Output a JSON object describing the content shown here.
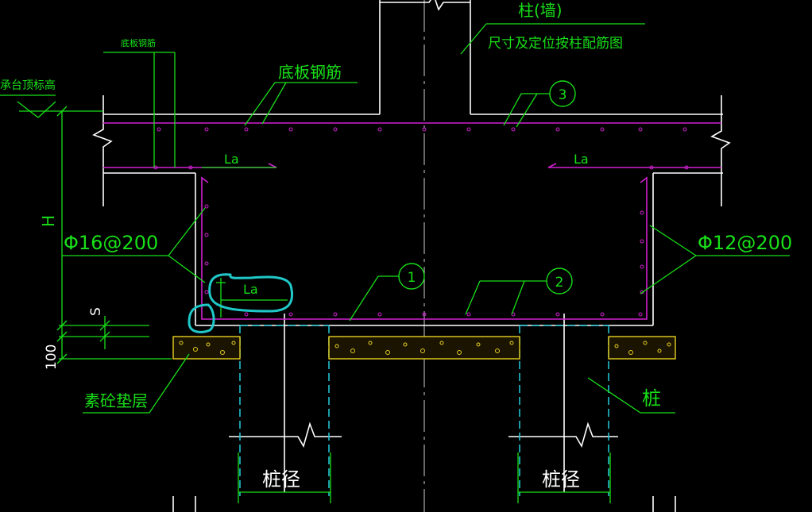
{
  "labels": {
    "column_wall": "柱(墙)",
    "column_note": "尺寸及定位按柱配筋图",
    "slab_rebar_small": "底板钢筋",
    "slab_rebar": "底板钢筋",
    "cap_top_elev": "承台顶标高",
    "la_top_left": "La",
    "la_top_right": "La",
    "la_bottom_left": "La",
    "side_rebar_left": "Φ16@200",
    "side_rebar_right": "Φ12@200",
    "height": "H",
    "spacing": "S",
    "dim_100": "100",
    "bedding": "素砼垫层",
    "pile": "桩",
    "pile_dia_left": "桩径",
    "pile_dia_right": "桩径",
    "callout_1": "1",
    "callout_2": "2",
    "callout_3": "3"
  },
  "colors": {
    "background": "#000000",
    "annotation": "#18e018",
    "rebar": "#d020d0",
    "outline": "#ffffff",
    "pile": "#20c0d0",
    "bedding": "#e8d020",
    "highlight": "#20c8c8"
  }
}
